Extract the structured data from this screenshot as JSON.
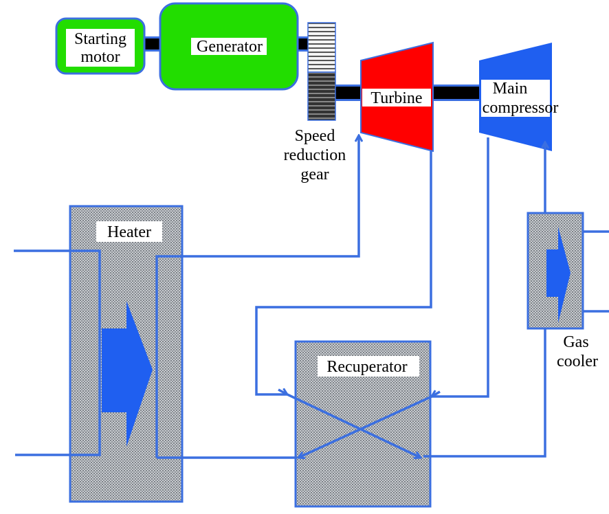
{
  "components": {
    "starting_motor": [
      "Starting",
      "motor"
    ],
    "generator": "Generator",
    "speed_reduction_gear": [
      "Speed",
      "reduction",
      "gear"
    ],
    "turbine": "Turbine",
    "main_compressor": [
      "Main",
      "compressor"
    ],
    "heater": "Heater",
    "recuperator": "Recuperator",
    "gas_cooler": [
      "Gas",
      "cooler"
    ]
  },
  "colors": {
    "motor_generator": "#22dd00",
    "turbine": "#ff0000",
    "compressor": "#1f5ff0",
    "flow_line": "#3b6fe0",
    "shaft": "#000000",
    "exchanger_fill": "#b8bcc0"
  }
}
